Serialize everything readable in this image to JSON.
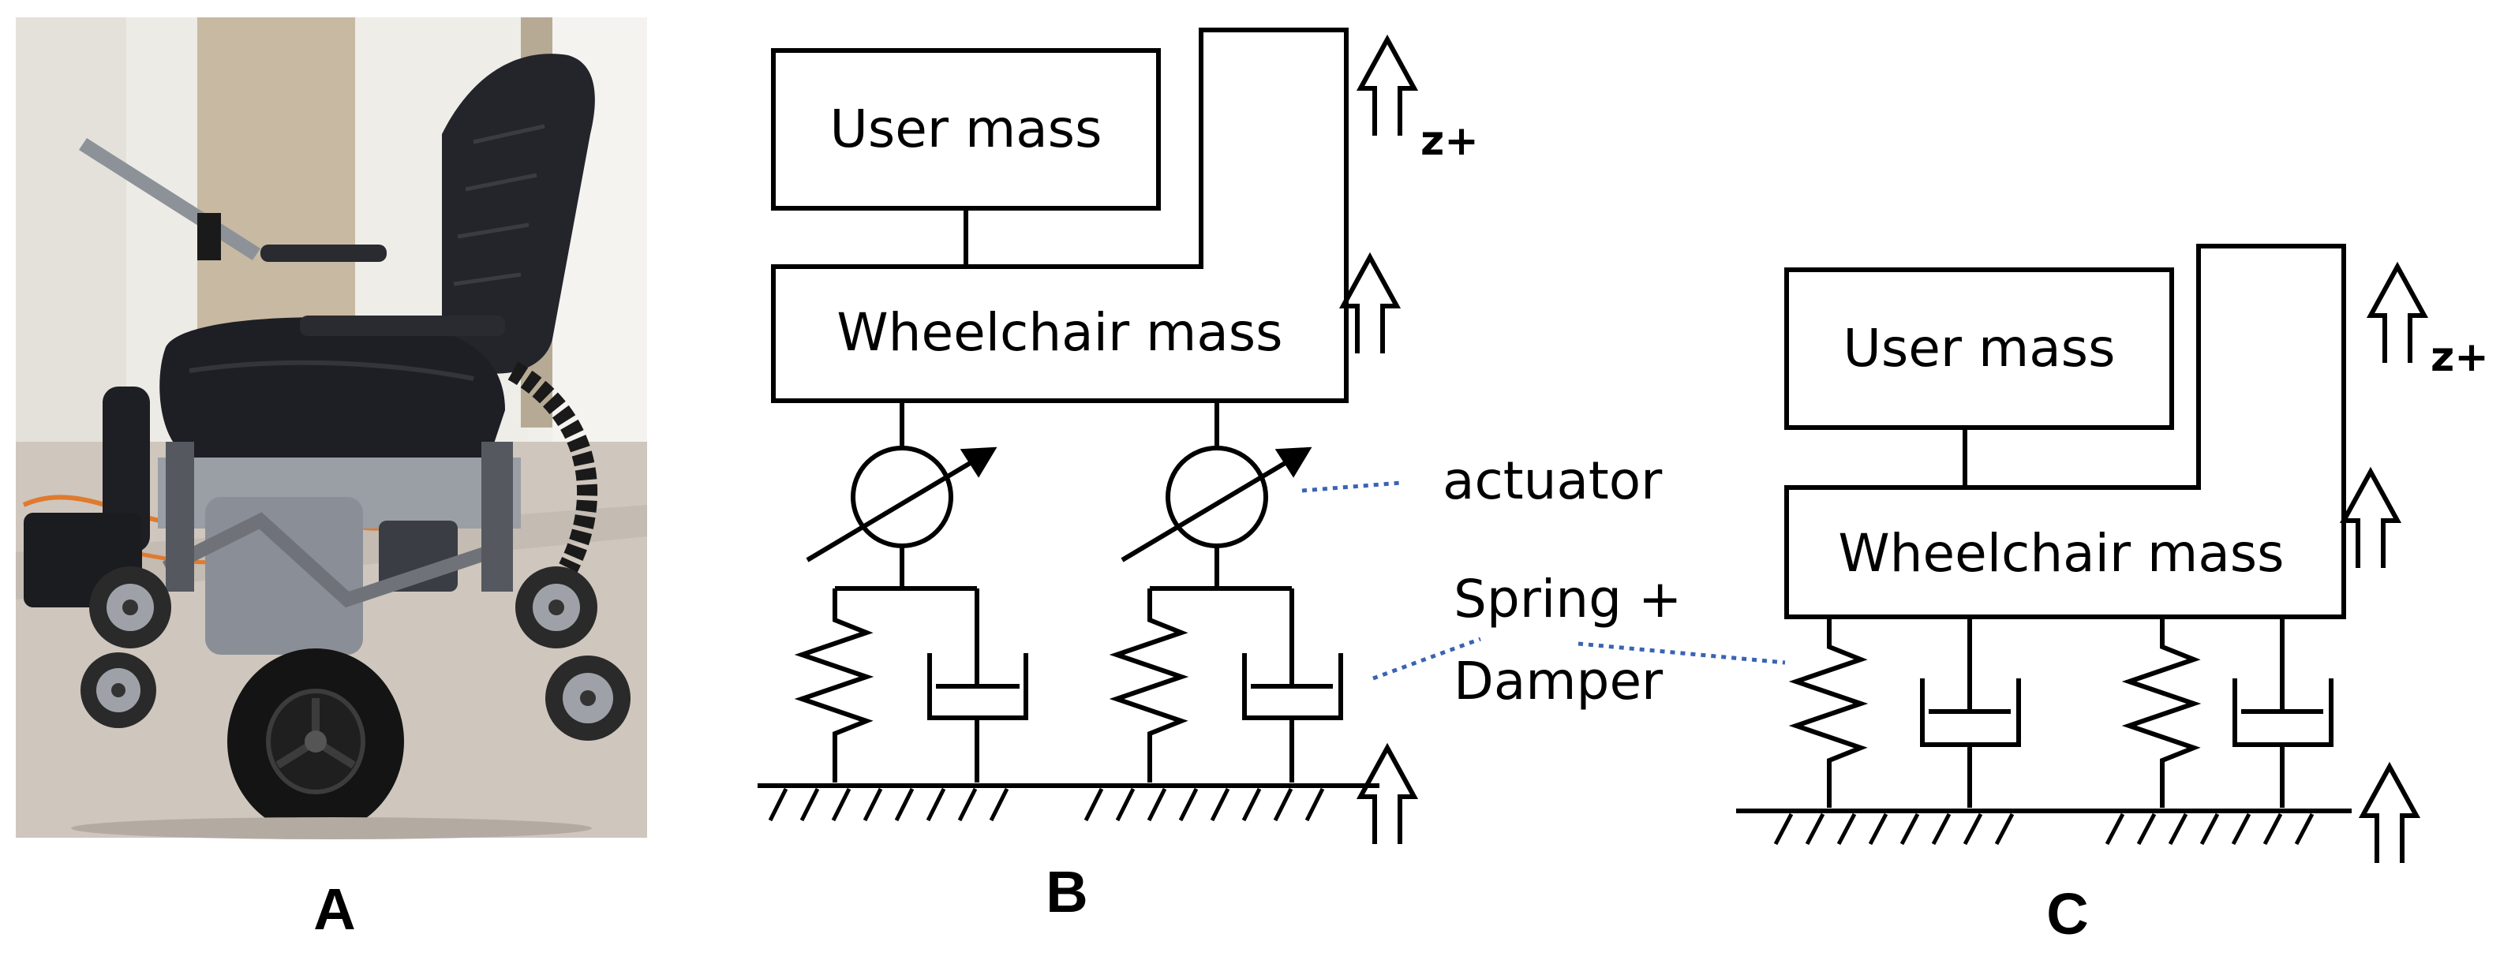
{
  "panels": {
    "a": {
      "letter": "A"
    },
    "b": {
      "letter": "B",
      "user_mass": "User mass",
      "wheelchair_mass": "Wheelchair mass",
      "direction": "z+",
      "actuator": "actuator",
      "spring_damper_line1": "Spring +",
      "spring_damper_line2": "Damper"
    },
    "c": {
      "letter": "C",
      "user_mass": "User mass",
      "wheelchair_mass": "Wheelchair mass",
      "direction": "z+"
    }
  },
  "colors": {
    "line": "#000000",
    "leader": "#3a63b5",
    "photo_floor": "#cfc6bd",
    "photo_wall": "#ebe8e2",
    "photo_screen": "#c8b9a2",
    "photo_seat": "#1e1f24",
    "photo_tire": "#141414",
    "photo_frame": "#9a9ea5"
  }
}
